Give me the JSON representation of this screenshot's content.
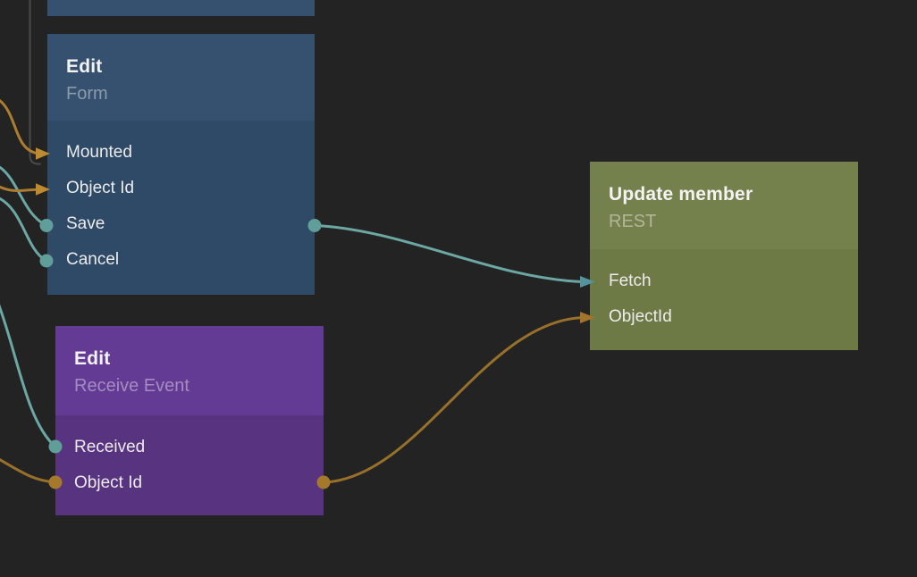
{
  "app": {
    "view": "node-graph-canvas"
  },
  "colors": {
    "background": "#232323",
    "node_blue_header": "#36516F",
    "node_blue_body": "#2F4A66",
    "node_purple_header": "#633A94",
    "node_purple_body": "#583380",
    "node_green_header": "#75814C",
    "node_green_body": "#6D7A46",
    "title_text": "#F3F3F3",
    "subtitle_text": "rgba(255,255,255,0.42)",
    "port_text": "#ECECEC",
    "wire_teal": "#6CA8A3",
    "wire_teal_dot": "#5F9E99",
    "wire_teal_arrow": "#55949C",
    "wire_orange_bright": "#AC7D2E",
    "wire_orange_dark": "#97702A",
    "wire_orange_dot": "#A5792C",
    "wire_orange_arrow": "#BD8A31",
    "wire_gray": "#4A4A4A"
  },
  "nodes": [
    {
      "id": "partial-top-node",
      "title": "",
      "subtitle": "",
      "note": "node clipped by top edge of viewport",
      "ports": []
    },
    {
      "id": "edit-form",
      "title": "Edit",
      "subtitle": "Form",
      "ports": [
        {
          "label": "Mounted",
          "marker": "arrow",
          "wire_color": "orange"
        },
        {
          "label": "Object Id",
          "marker": "arrow",
          "wire_color": "orange"
        },
        {
          "label": "Save",
          "marker": "dot",
          "wire_color": "teal"
        },
        {
          "label": "Cancel",
          "marker": "dot",
          "wire_color": "teal"
        }
      ],
      "right_output": {
        "row": "Save",
        "marker": "dot",
        "wire_color": "teal"
      }
    },
    {
      "id": "edit-receive-event",
      "title": "Edit",
      "subtitle": "Receive Event",
      "ports": [
        {
          "label": "Received",
          "marker": "dot",
          "wire_color": "teal"
        },
        {
          "label": "Object Id",
          "marker": "dot",
          "wire_color": "orange"
        }
      ],
      "right_output": {
        "row": "Object Id",
        "marker": "dot",
        "wire_color": "orange"
      }
    },
    {
      "id": "update-member",
      "title": "Update member",
      "subtitle": "REST",
      "ports": [
        {
          "label": "Fetch",
          "marker": "arrow",
          "wire_color": "teal"
        },
        {
          "label": "ObjectId",
          "marker": "arrow",
          "wire_color": "orange"
        }
      ]
    }
  ],
  "connections": [
    {
      "from": "offscreen-left",
      "to": "edit-form.Mounted",
      "color": "orange",
      "end": "arrow"
    },
    {
      "from": "offscreen-left",
      "to": "edit-form.Object Id",
      "color": "orange",
      "end": "arrow"
    },
    {
      "from": "offscreen-left",
      "to": "edit-form.Save",
      "color": "teal",
      "end": "dot"
    },
    {
      "from": "offscreen-left",
      "to": "edit-form.Cancel",
      "color": "teal",
      "end": "dot"
    },
    {
      "from": "offscreen-left",
      "to": "edit-receive-event.Received",
      "color": "teal",
      "end": "dot"
    },
    {
      "from": "offscreen-left",
      "to": "edit-receive-event.Object Id",
      "color": "orange",
      "end": "dot"
    },
    {
      "from": "edit-form.right-output",
      "to": "update-member.Fetch",
      "color": "teal",
      "end": "arrow"
    },
    {
      "from": "edit-receive-event.right-output",
      "to": "update-member.ObjectId",
      "color": "orange",
      "end": "arrow"
    },
    {
      "from": "offscreen-top",
      "to": "near edit-form.Mounted",
      "color": "gray",
      "end": "none"
    }
  ]
}
